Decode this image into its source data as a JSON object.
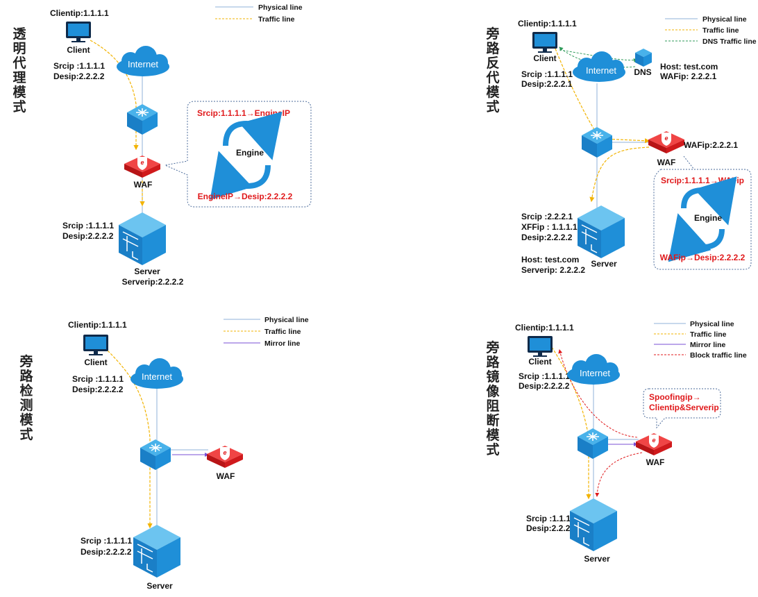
{
  "colors": {
    "physical": "#8fb0d8",
    "traffic": "#f2b300",
    "mirror": "#7a4fd6",
    "dns": "#2f9a5a",
    "block": "#e0191b",
    "device": "#1f8fd8",
    "waf": "#e0191b"
  },
  "p1": {
    "title": [
      "透",
      "明",
      "代",
      "理",
      "模",
      "式"
    ],
    "legend": [
      "Physical line",
      "Traffic line"
    ],
    "client_ip": "Clientip:1.1.1.1",
    "client": "Client",
    "internet": "Internet",
    "src1": "Srcip :1.1.1.1",
    "des1": "Desip:2.2.2.2",
    "waf": "WAF",
    "engine": "Engine",
    "engine_in": "Srcip:1.1.1.1→EngineIP",
    "engine_out": "EngineIP→Desip:2.2.2.2",
    "src2": "Srcip :1.1.1.1",
    "des2": "Desip:2.2.2.2",
    "server": "Server",
    "server_ip": "Serverip:2.2.2.2"
  },
  "p2": {
    "title": [
      "旁",
      "路",
      "反",
      "代",
      "模",
      "式"
    ],
    "legend": [
      "Physical line",
      "Traffic line",
      "DNS Traffic line"
    ],
    "client_ip": "Clientip:1.1.1.1",
    "client": "Client",
    "internet": "Internet",
    "dns": "DNS",
    "host": "Host: test.com",
    "wafip_dns": "WAFip: 2.2.2.1",
    "src1": "Srcip :1.1.1.1",
    "des1": "Desip:2.2.2.1",
    "waf": "WAF",
    "wafip": "WAFip:2.2.2.1",
    "engine": "Engine",
    "engine_in": "Srcip:1.1.1.1→WAFip",
    "engine_out": "WAFip→Desip:2.2.2.2",
    "src2": "Srcip :2.2.2.1",
    "xff": "XFFip : 1.1.1.1",
    "des2": "Desip:2.2.2.2",
    "server": "Server",
    "host2": "Host: test.com",
    "server_ip": "Serverip: 2.2.2.2"
  },
  "p3": {
    "title": [
      "旁",
      "路",
      "检",
      "测",
      "模",
      "式"
    ],
    "legend": [
      "Physical line",
      "Traffic line",
      "Mirror line"
    ],
    "client_ip": "Clientip:1.1.1.1",
    "client": "Client",
    "internet": "Internet",
    "src1": "Srcip :1.1.1.1",
    "des1": "Desip:2.2.2.2",
    "waf": "WAF",
    "src2": "Srcip :1.1.1.1",
    "des2": "Desip:2.2.2.2",
    "server": "Server"
  },
  "p4": {
    "title": [
      "旁",
      "路",
      "镜",
      "像",
      "阻",
      "断",
      "模",
      "式"
    ],
    "legend": [
      "Physical line",
      "Traffic line",
      "Mirror line",
      "Block traffic line"
    ],
    "client_ip": "Clientip:1.1.1.1",
    "client": "Client",
    "internet": "Internet",
    "src1": "Srcip :1.1.1.1",
    "des1": "Desip:2.2.2.2",
    "spoof1": "Spoofingip→",
    "spoof2": "Clientip&Serverip",
    "waf": "WAF",
    "src2": "Srcip :1.1.1.1",
    "des2": "Desip:2.2.2.2",
    "server": "Server"
  }
}
